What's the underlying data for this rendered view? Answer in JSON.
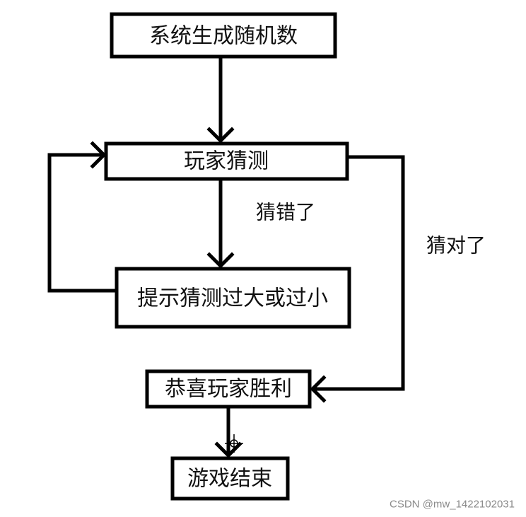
{
  "nodes": {
    "generate": "系统生成随机数",
    "guess": "玩家猜测",
    "hint": "提示猜测过大或过小",
    "win": "恭喜玩家胜利",
    "end": "游戏结束"
  },
  "edges": {
    "wrong": "猜错了",
    "right": "猜对了"
  },
  "watermark": "CSDN @mw_1422102031"
}
